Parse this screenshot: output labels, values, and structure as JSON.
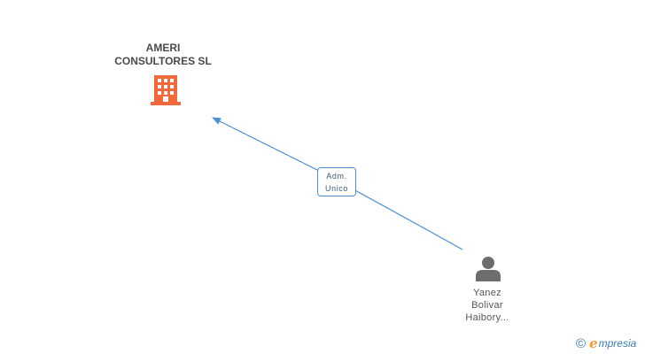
{
  "company": {
    "name_line1": "AMERI",
    "name_line2": "CONSULTORES SL",
    "icon": "building-icon",
    "color": "#f26a3b"
  },
  "relation": {
    "line1": "Adm.",
    "line2": "Unico",
    "color": "#4a90d9"
  },
  "person": {
    "line1": "Yanez",
    "line2": "Bolivar",
    "line3": "Haibory...",
    "icon": "person-icon",
    "color": "#6d6d6d"
  },
  "brand": {
    "symbol": "©",
    "initial": "e",
    "rest": "mpresia"
  }
}
